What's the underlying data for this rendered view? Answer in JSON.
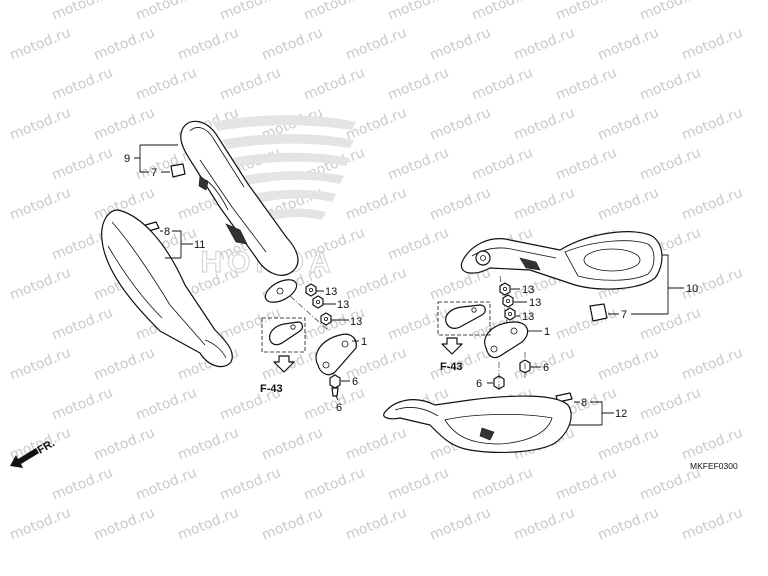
{
  "watermark": "motod.ru",
  "logo_wordmark": "HONDA",
  "direction_label": "FR.",
  "diagram_code": "MKFEF0300",
  "left": {
    "housing": "9",
    "housing_part": "7",
    "cap": "8",
    "cover": "11",
    "nut_a": "13",
    "nut_b": "13",
    "nut_c": "13",
    "bracket": "1",
    "bolt_a": "6",
    "bolt_b": "6",
    "reference": "F-43"
  },
  "right": {
    "housing": "10",
    "housing_part": "7",
    "cap": "8",
    "cover": "12",
    "nut_a": "13",
    "nut_b": "13",
    "nut_c": "13",
    "bracket": "1",
    "bolt_a": "6",
    "bolt_b": "6",
    "reference": "F-43"
  }
}
